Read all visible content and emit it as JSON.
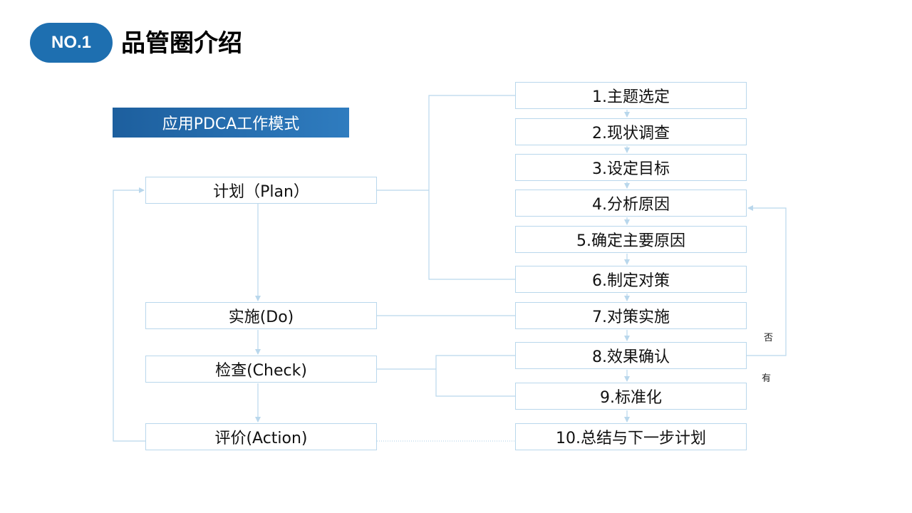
{
  "header": {
    "badge": "NO.1",
    "title": "品管圈介绍"
  },
  "subtitle": "应用PDCA工作模式",
  "phases": [
    {
      "label": "计划（Plan）"
    },
    {
      "label": "实施(Do)"
    },
    {
      "label": "检查(Check)"
    },
    {
      "label": "评价(Action)"
    }
  ],
  "steps": [
    {
      "label": "1.主题选定"
    },
    {
      "label": "2.现状调查"
    },
    {
      "label": "3.设定目标"
    },
    {
      "label": "4.分析原因"
    },
    {
      "label": "5.确定主要原因"
    },
    {
      "label": "6.制定对策"
    },
    {
      "label": "7.对策实施"
    },
    {
      "label": "8.效果确认"
    },
    {
      "label": "9.标准化"
    },
    {
      "label": "10.总结与下一步计划"
    }
  ],
  "feedback": {
    "no_label": "否",
    "yes_label": "有"
  },
  "colors": {
    "badge": "#1e6fb0",
    "subtitle_bar": "#1d5f9e",
    "box_border": "#b9d7ec",
    "connector": "#b9d7ec"
  }
}
